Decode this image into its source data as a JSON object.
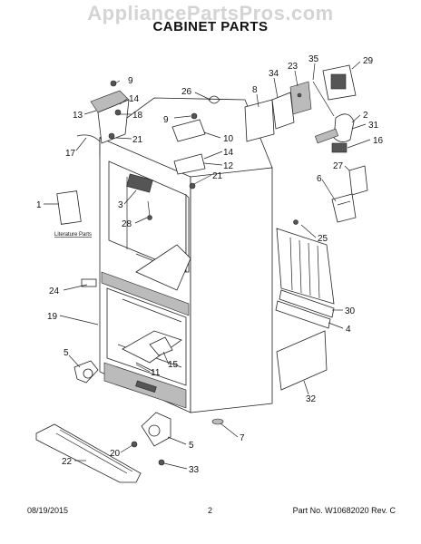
{
  "watermark": "AppliancePartsPros.com",
  "title": "CABINET PARTS",
  "footer": {
    "date": "08/19/2015",
    "page": "2",
    "part_no": "Part No.  W10682020  Rev.  C"
  },
  "literature_label": "Literature Parts",
  "callouts": [
    "9",
    "14",
    "13",
    "18",
    "21",
    "17",
    "26",
    "9",
    "10",
    "14",
    "12",
    "21",
    "1",
    "3",
    "28",
    "8",
    "34",
    "23",
    "35",
    "29",
    "2",
    "31",
    "16",
    "27",
    "6",
    "25",
    "24",
    "19",
    "30",
    "4",
    "5",
    "15",
    "11",
    "32",
    "7",
    "22",
    "20",
    "5",
    "33"
  ]
}
